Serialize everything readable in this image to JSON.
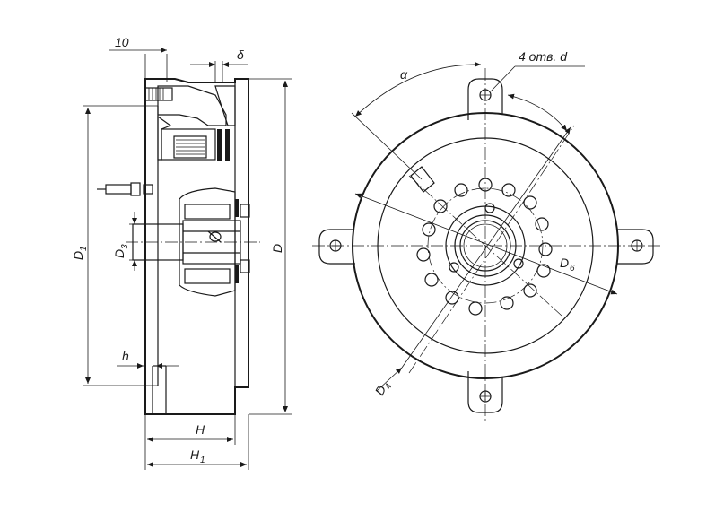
{
  "drawing": {
    "labels": {
      "dim_10": "10",
      "delta": "δ",
      "D1": "D",
      "D1_sub": "1",
      "D3": "D",
      "D3_sub": "3",
      "D": "D",
      "h": "h",
      "H": "H",
      "H1": "H",
      "H1_sub": "1",
      "alpha": "α",
      "holes": "4 отв. d",
      "D6": "D",
      "D6_sub": "6",
      "D4": "D",
      "D4_sub": "4"
    }
  }
}
